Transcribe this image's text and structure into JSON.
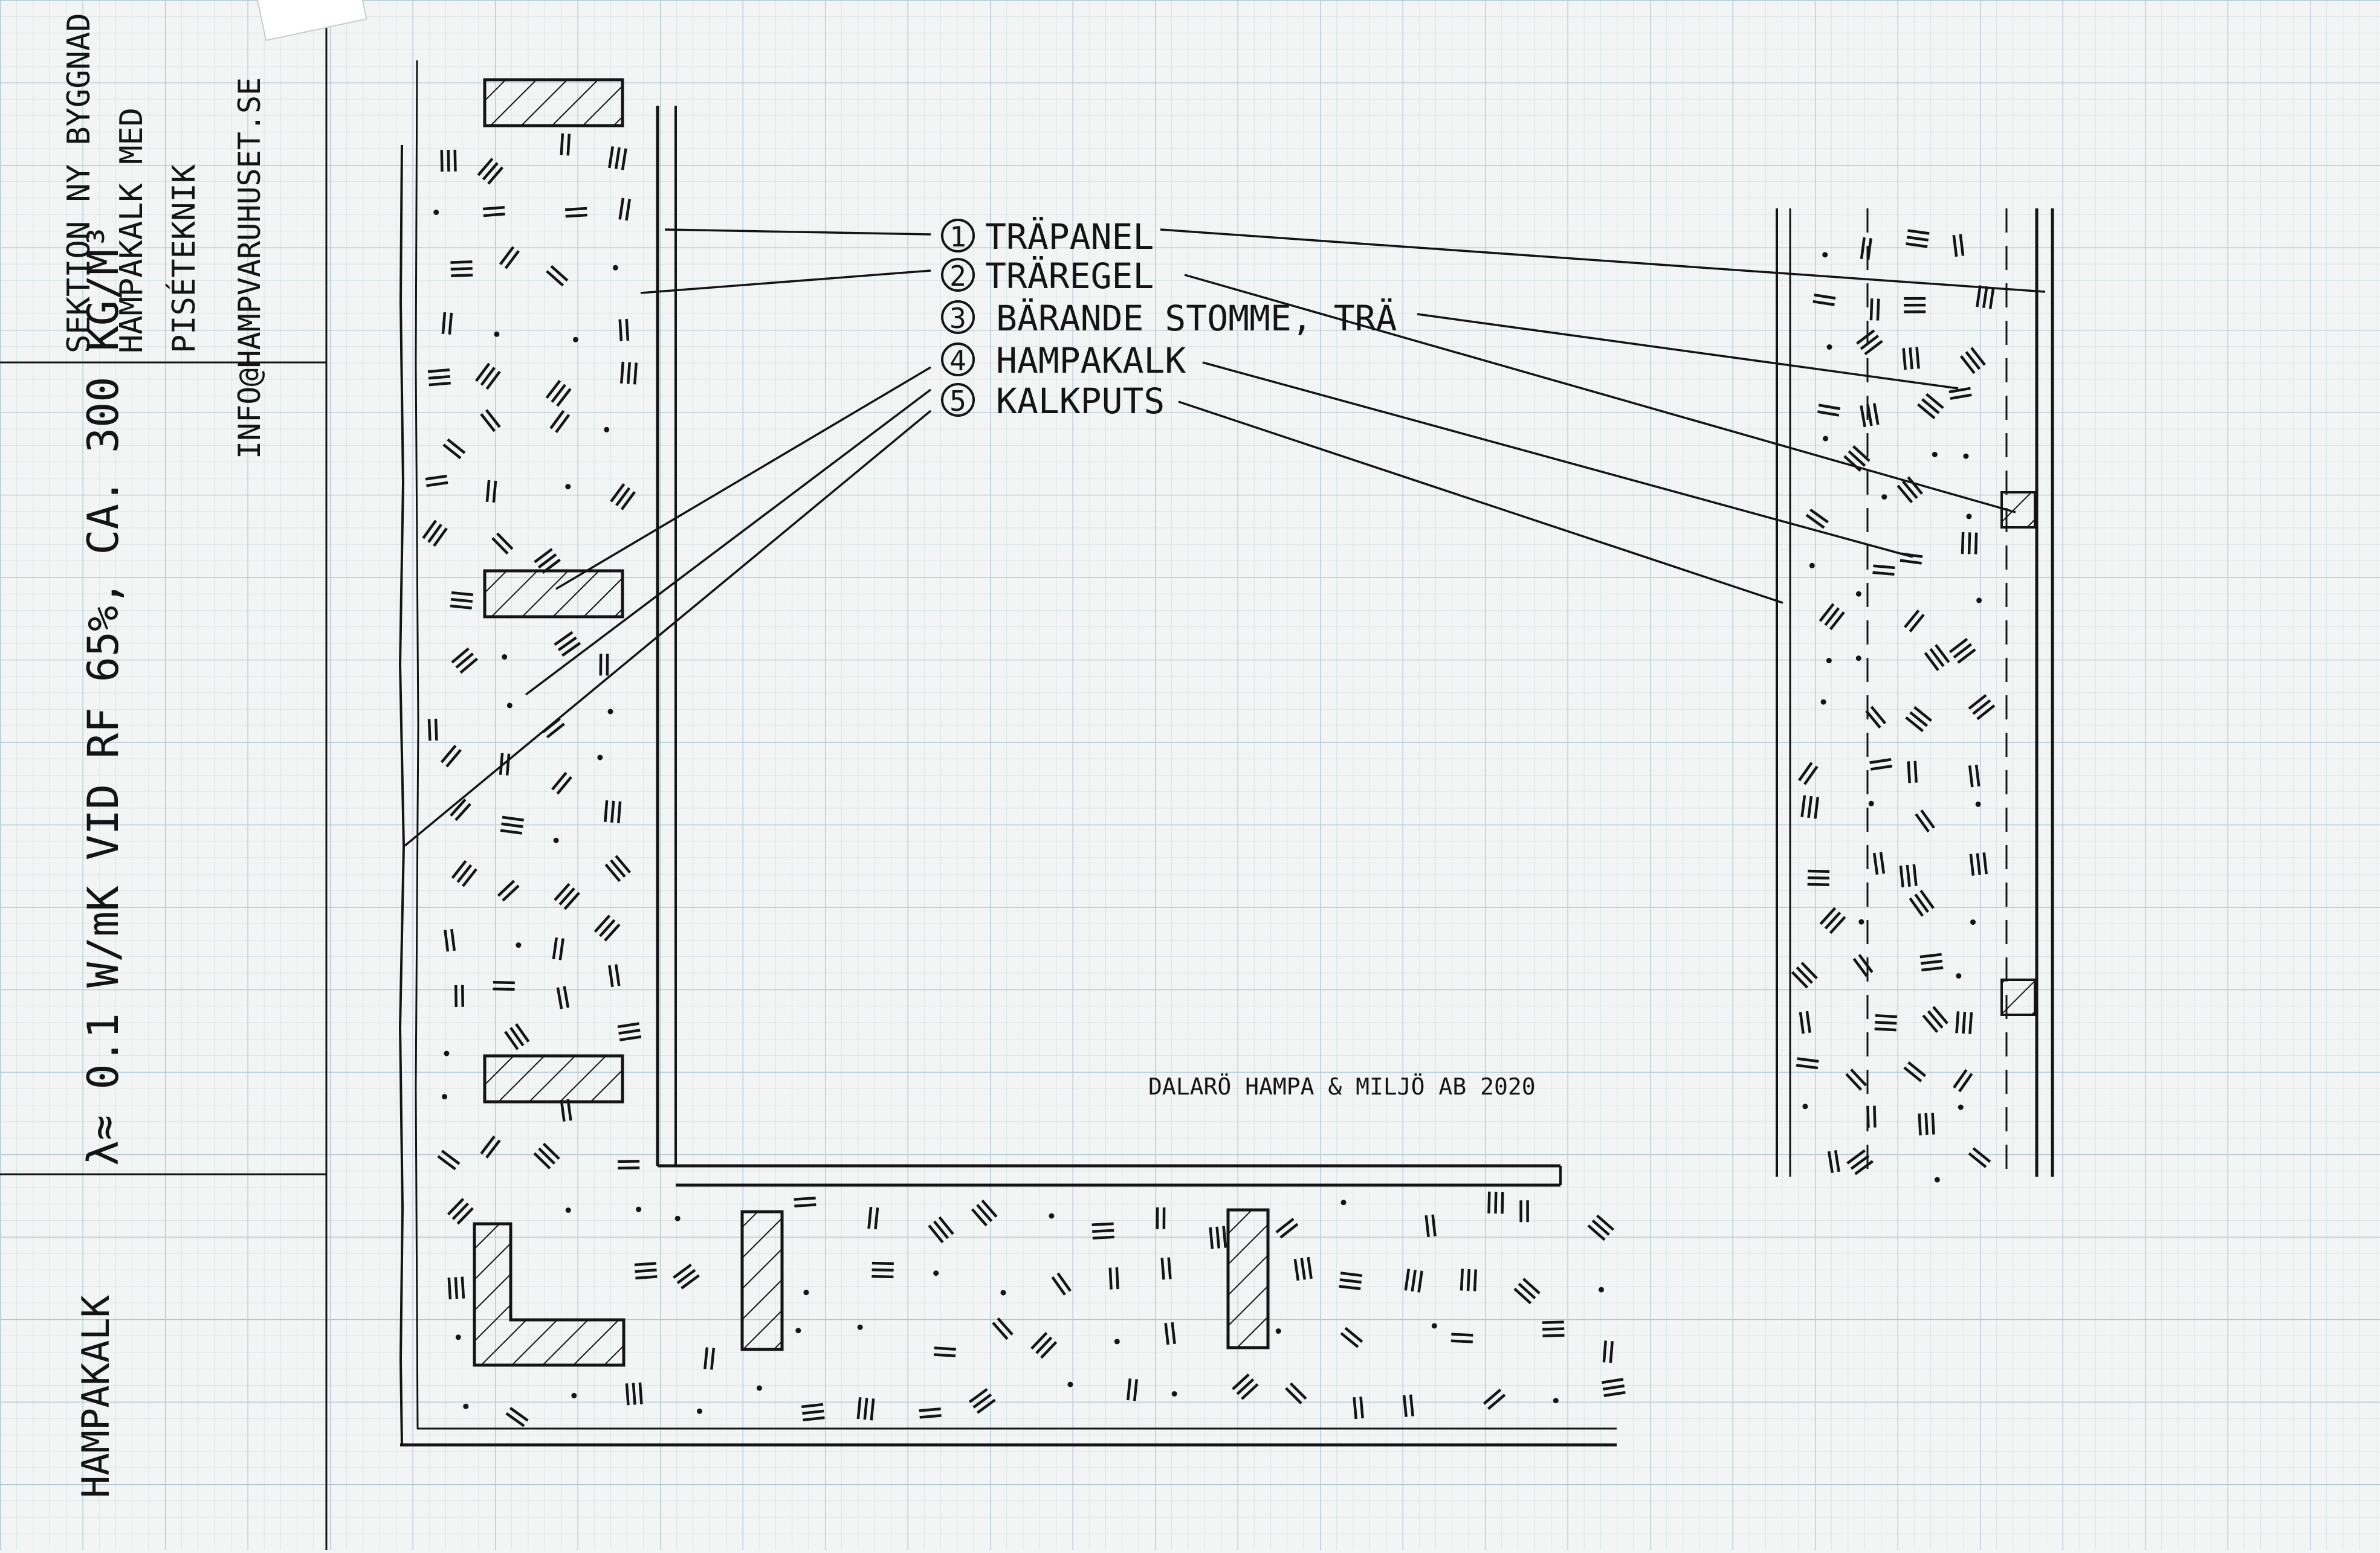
{
  "title_block": {
    "col1": "HAMPAKALK",
    "col2": "λ≈ 0.1 W/mK VID RF 65%, CA. 300 KG/M³",
    "col3_line1": "SEKTION NY BYGGNAD",
    "col3_line2": "HAMPAKALK MED",
    "col3_line3": "PISÉTEKNIK",
    "col4": "INFO@HAMPVARUHUSET.SE"
  },
  "legend": [
    {
      "number": "1",
      "label": "TRÄPANEL"
    },
    {
      "number": "2",
      "label": "TRÄREGEL"
    },
    {
      "number": "3",
      "label": "BÄRANDE STOMME, TRÄ"
    },
    {
      "number": "4",
      "label": "HAMPAKALK"
    },
    {
      "number": "5",
      "label": "KALKPUTS"
    }
  ],
  "credit": "DALARÖ HAMPA & MILJÖ AB 2020",
  "colors": {
    "ink": "#141414",
    "paper": "#f3f5f4",
    "grid_minor": "#c9dbe3",
    "grid_major": "#a9c6d3"
  }
}
